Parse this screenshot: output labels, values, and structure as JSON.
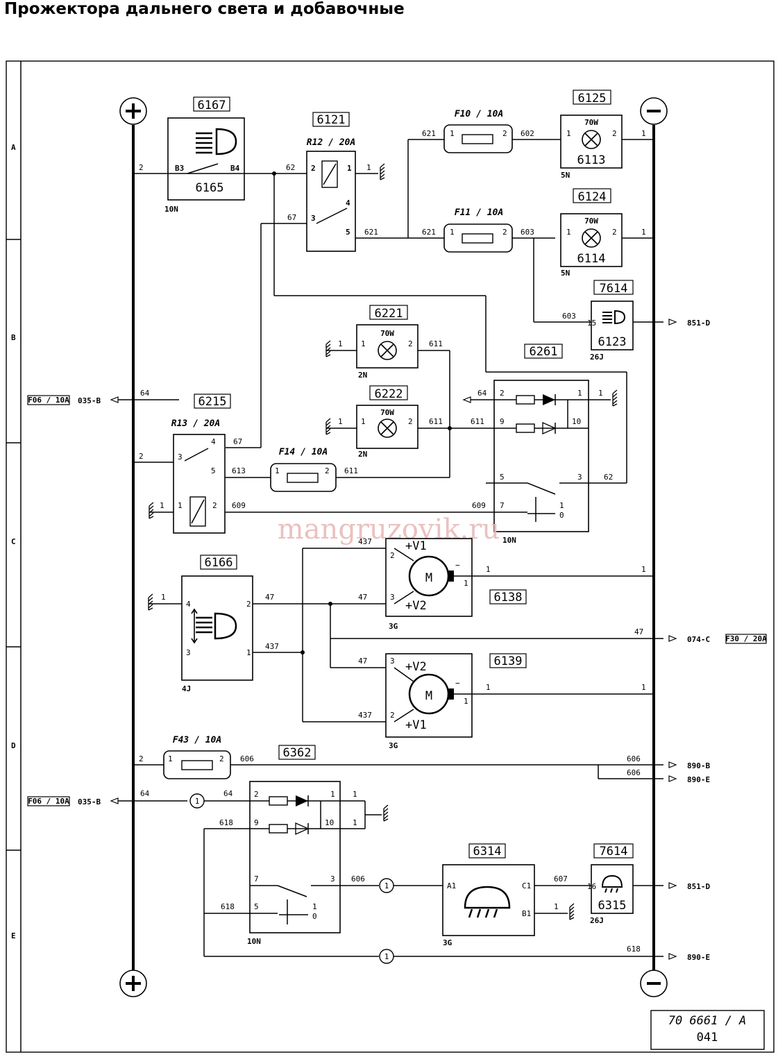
{
  "page": {
    "title": "Прожектора дальнего света и добавочные",
    "watermark": "mangruzovik.ru"
  },
  "zones": [
    "A",
    "B",
    "C",
    "D",
    "E"
  ],
  "bus": {
    "plus": "+",
    "minus": "−"
  },
  "components": {
    "c6167": "6167",
    "c6165": "6165",
    "c6121": "6121",
    "c6125": "6125",
    "c6113": "6113",
    "c6124": "6124",
    "c6114": "6114",
    "c7614a": "7614",
    "c6123": "6123",
    "c6221": "6221",
    "c6222": "6222",
    "c6261": "6261",
    "c6215": "6215",
    "c6166": "6166",
    "c6138": "6138",
    "c6139": "6139",
    "c6362": "6362",
    "c6314": "6314",
    "c7614b": "7614",
    "c6315": "6315"
  },
  "ratings": {
    "r12": "R12 / 20A",
    "f10": "F10 / 10A",
    "f11": "F11 / 10A",
    "r13": "R13 / 20A",
    "f14": "F14 / 10A",
    "f43": "F43 / 10A",
    "lamp": "70W"
  },
  "connectors": {
    "n10a": "10N",
    "n5a": "5N",
    "n5b": "5N",
    "j26a": "26J",
    "n2a": "2N",
    "n2b": "2N",
    "n10b": "10N",
    "g3a": "3G",
    "g3b": "3G",
    "j4": "4J",
    "n10c": "10N",
    "g3c": "3G",
    "j26b": "26J"
  },
  "pins": {
    "b3": "B3",
    "b4": "B4",
    "a1": "A1",
    "c1": "C1",
    "b1": "B1",
    "v1": "+V1",
    "v2": "+V2",
    "motor": "M",
    "circle": "1"
  },
  "offpage": {
    "o851d_a": "851-D",
    "o035b_a": "035-B",
    "f06_a": "F06 / 10A",
    "o074c": "074-C",
    "f30": "F30 / 20A",
    "o890b": "890-B",
    "o890e_a": "890-E",
    "o035b_b": "035-B",
    "f06_b": "F06 / 10A",
    "o851d_b": "851-D",
    "o890e_b": "890-E"
  },
  "wires": {
    "w621a": "621",
    "w602": "602",
    "w62a": "62",
    "w67a": "67",
    "w621b": "621",
    "w621c": "621",
    "w603a": "603",
    "w603b": "603",
    "w611a": "611",
    "w611b": "611",
    "w611c": "611",
    "w64a": "64",
    "w64b": "64",
    "w67b": "67",
    "w613": "613",
    "w611d": "611",
    "w609a": "609",
    "w609b": "609",
    "w62b": "62",
    "w437a": "437",
    "w47a": "47",
    "w47b": "47",
    "w437b": "437",
    "w47c": "47",
    "w47d": "47",
    "w437c": "437",
    "w606a": "606",
    "w606b": "606",
    "w606c": "606",
    "w64c": "64",
    "w64d": "64",
    "w618a": "618",
    "w618b": "618",
    "w606d": "606",
    "w607": "607",
    "w618c": "618"
  },
  "frame": {
    "ref": "70 6661 / A",
    "page": "041"
  }
}
